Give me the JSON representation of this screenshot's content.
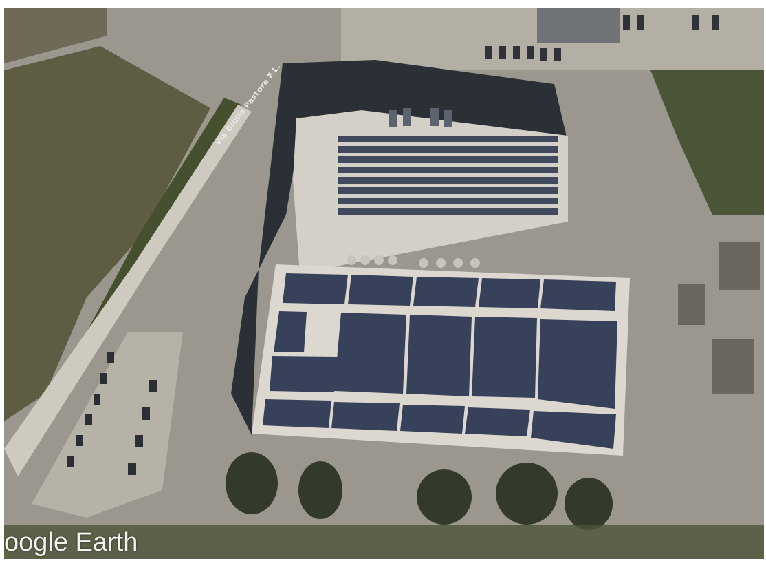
{
  "map": {
    "view": "aerial",
    "road_label": "Via Giulio Pastore F.L."
  },
  "watermark": {
    "text": "oogle Earth"
  },
  "colors": {
    "solar_panel": "#3a4456",
    "roof": "#d9d6cf",
    "shadow": "#2a2d33",
    "field": "#5b5a42",
    "vegetation": "#3d4a2e",
    "asphalt": "#a9a59d"
  }
}
